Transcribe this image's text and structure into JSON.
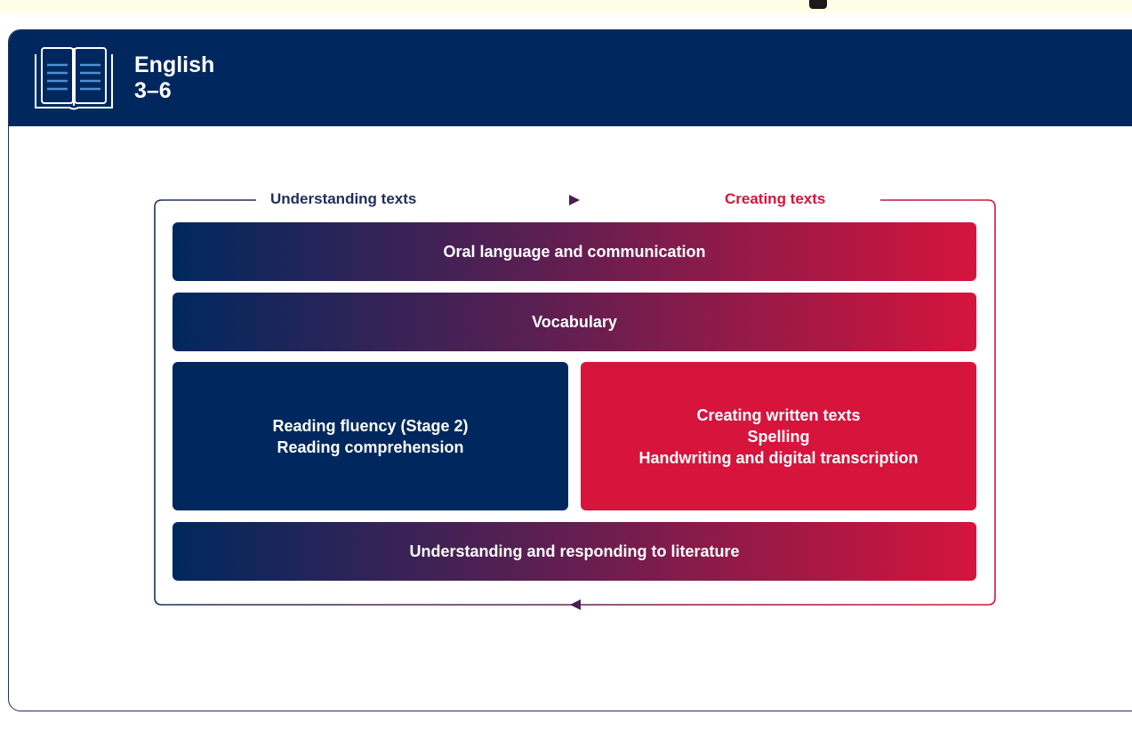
{
  "header": {
    "icon": "open-book-icon",
    "title": "English",
    "subtitle": "3–6"
  },
  "flow": {
    "left_label": "Understanding texts",
    "right_label": "Creating texts"
  },
  "boxes": {
    "oral": "Oral language and communication",
    "vocabulary": "Vocabulary",
    "reading": [
      "Reading fluency (Stage 2)",
      "Reading comprehension"
    ],
    "creating": [
      "Creating written texts",
      "Spelling",
      "Handwriting and digital transcription"
    ],
    "literature": "Understanding and responding to literature"
  },
  "colors": {
    "navy": "#00285e",
    "red": "#d6143c"
  }
}
